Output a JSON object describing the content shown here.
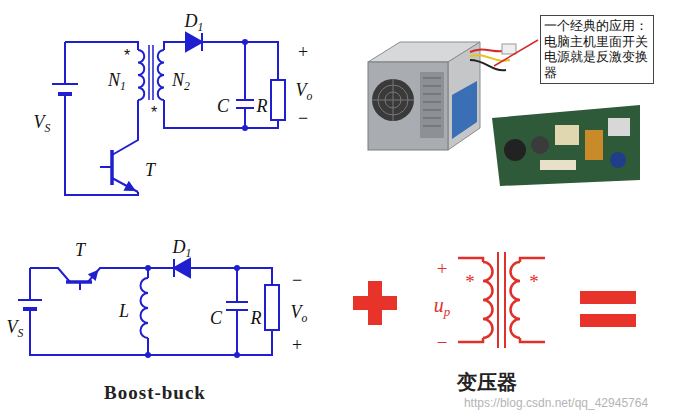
{
  "diagram": {
    "nodes": [
      {
        "text": [
          "一个经典的应用：电脑主机里面开关电源就是反激变换器"
        ]
      }
    ],
    "labels": [
      "D1",
      "N1",
      "N2",
      "*",
      "*",
      "+",
      "Vo",
      "C",
      "R",
      "−",
      "VS",
      "T",
      "T",
      "D1",
      "L",
      "C",
      "R",
      "−",
      "Vo",
      "+",
      "VS",
      "Boost-buck",
      "+",
      "*",
      "*",
      "up",
      "−",
      "变压器",
      "https://blog.csdn.net/qq_42945764"
    ]
  }
}
